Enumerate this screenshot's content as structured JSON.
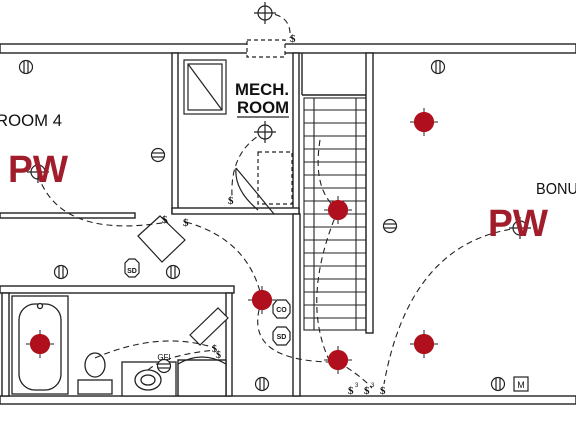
{
  "labels": {
    "room4": "ROOM 4",
    "mech_line1": "MECH.",
    "mech_line2": "ROOM",
    "bonus": "BONU",
    "pw_left": "PW",
    "pw_right": "PW",
    "gfi": "GFI",
    "sd": "SD",
    "co": "CO",
    "m": "M",
    "switch": "$",
    "switch3": "$",
    "three": "3"
  },
  "colors": {
    "wall": "#222222",
    "wire": "#222222",
    "light": "#b0101e",
    "pw_text": "#a11d2b"
  },
  "symbols": [
    "ceiling-light",
    "wall-outlet",
    "switch",
    "three-way-switch",
    "smoke-detector",
    "co-detector",
    "gfi-outlet",
    "meter"
  ]
}
